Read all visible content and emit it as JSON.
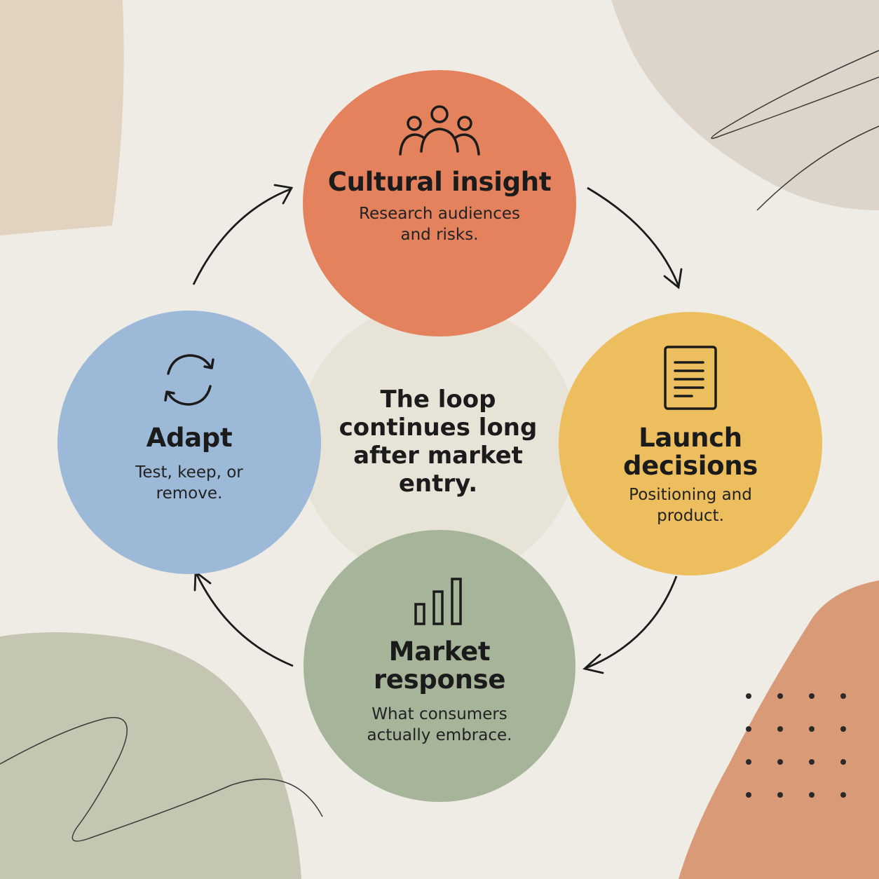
{
  "center": {
    "text": "The loop continues long after market entry."
  },
  "steps": [
    {
      "title": "Cultural insight",
      "subtitle": "Research audiences and risks.",
      "icon": "people-group-icon",
      "color": "#e4825d"
    },
    {
      "title": "Launch decisions",
      "subtitle": "Positioning and product.",
      "icon": "document-icon",
      "color": "#edbe5e"
    },
    {
      "title": "Market response",
      "subtitle": "What consumers actually embrace.",
      "icon": "bar-chart-icon",
      "color": "#a6b49a"
    },
    {
      "title": "Adapt",
      "subtitle": "Test, keep, or remove.",
      "icon": "refresh-cycle-icon",
      "color": "#9db9d8"
    }
  ]
}
